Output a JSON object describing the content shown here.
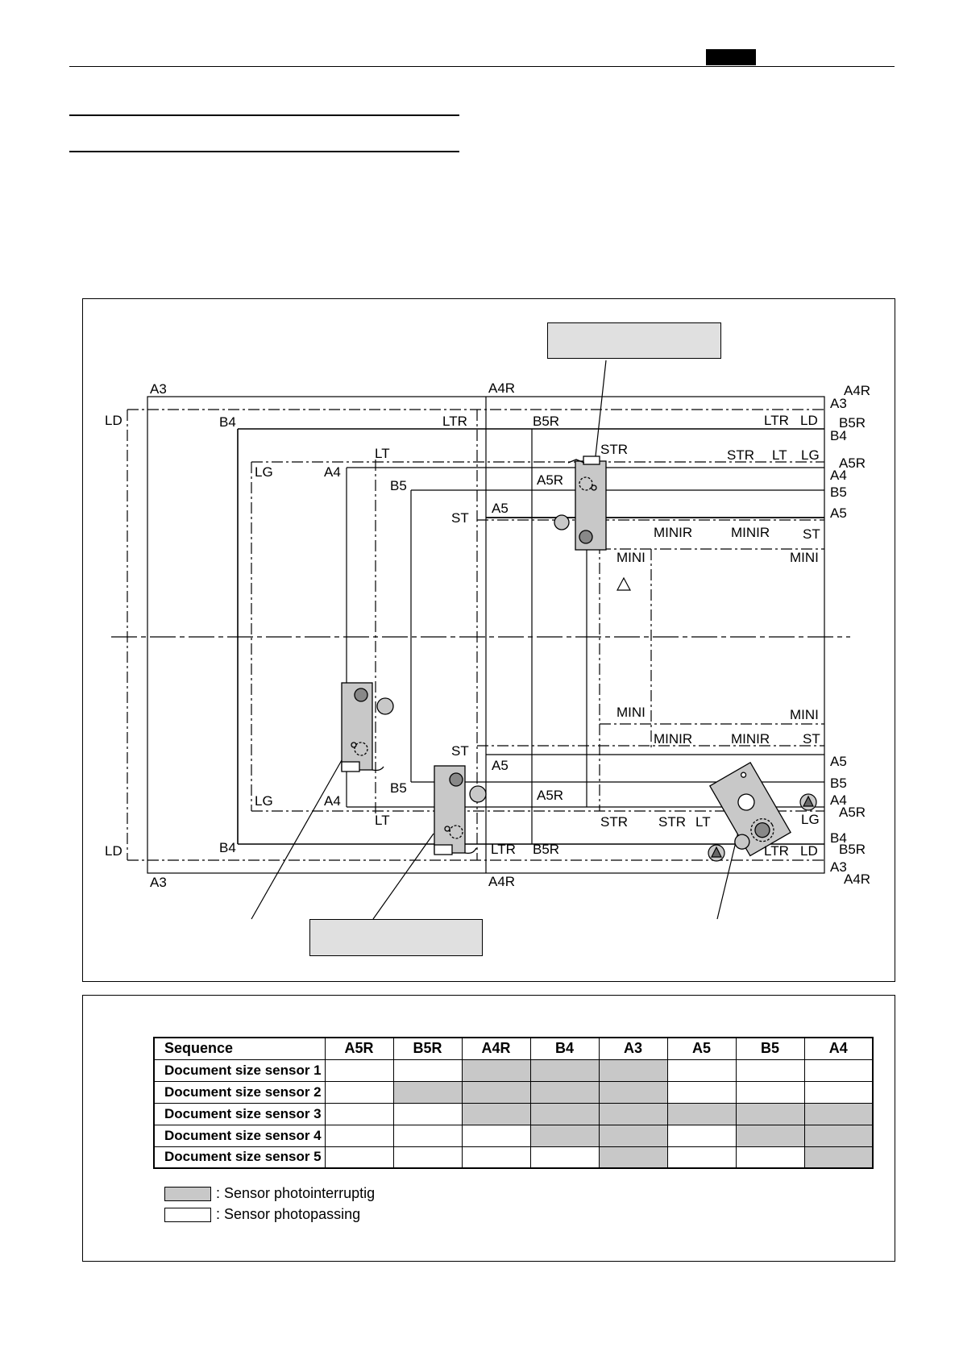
{
  "diagram": {
    "size_labels": {
      "A3": "A3",
      "A4R": "A4R",
      "LD": "LD",
      "B4": "B4",
      "LTR": "LTR",
      "B5R": "B5R",
      "LT": "LT",
      "LG": "LG",
      "A4": "A4",
      "B5": "B5",
      "STR": "STR",
      "A5R": "A5R",
      "A5": "A5",
      "ST": "ST",
      "MINIR": "MINIR",
      "MINI": "MINI"
    }
  },
  "table": {
    "header_label": "Sequence",
    "columns": [
      "A5R",
      "B5R",
      "A4R",
      "B4",
      "A3",
      "A5",
      "B5",
      "A4"
    ],
    "rows": [
      {
        "label": "Document size sensor 1",
        "states": [
          0,
          0,
          1,
          1,
          1,
          0,
          0,
          0
        ]
      },
      {
        "label": "Document size sensor 2",
        "states": [
          0,
          1,
          1,
          1,
          1,
          0,
          0,
          0
        ]
      },
      {
        "label": "Document size sensor 3",
        "states": [
          0,
          0,
          1,
          1,
          1,
          1,
          1,
          1
        ]
      },
      {
        "label": "Document size sensor 4",
        "states": [
          0,
          0,
          0,
          1,
          1,
          0,
          1,
          1
        ]
      },
      {
        "label": "Document size sensor 5",
        "states": [
          0,
          0,
          0,
          0,
          1,
          0,
          0,
          1
        ]
      }
    ]
  },
  "legend": [
    {
      "text": ": Sensor photointerruptig",
      "fill": "#c8c8c8"
    },
    {
      "text": ": Sensor photopassing",
      "fill": "#ffffff"
    }
  ]
}
